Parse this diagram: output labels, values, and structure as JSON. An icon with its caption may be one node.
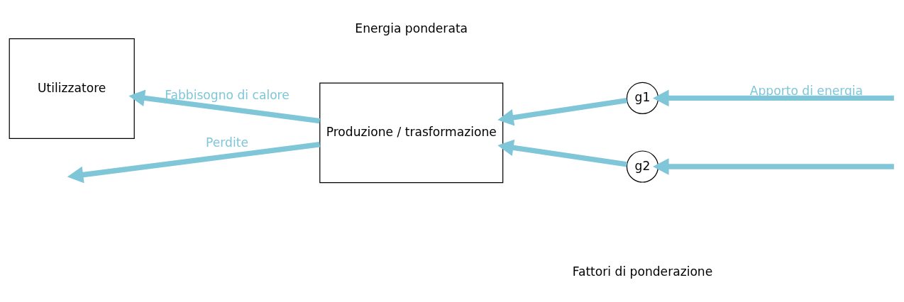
{
  "diagram": {
    "nodes": [
      {
        "text": [
          "Utilizzatore"
        ]
      },
      {
        "text": [
          "Produzione / trasformazione"
        ]
      },
      {
        "text": [
          "g1"
        ]
      },
      {
        "text": [
          "g2"
        ]
      }
    ],
    "edges": [
      {
        "from": 1,
        "to": 0,
        "arrow": "to",
        "label": "Fabbisogno di calore"
      },
      {
        "from": 2,
        "to": 1,
        "arrow": "to"
      },
      {
        "from": 3,
        "to": 1,
        "arrow": "to"
      },
      {
        "from": null,
        "to": 2,
        "arrow": "to",
        "label": "Apporto di energia"
      },
      {
        "from": null,
        "to": 3,
        "arrow": "to"
      },
      {
        "from": 1,
        "to": null,
        "arrow": "to",
        "label": "Perdite"
      }
    ],
    "labels": [
      "Fattori di ponderazione",
      "Energia ponderata"
    ]
  }
}
